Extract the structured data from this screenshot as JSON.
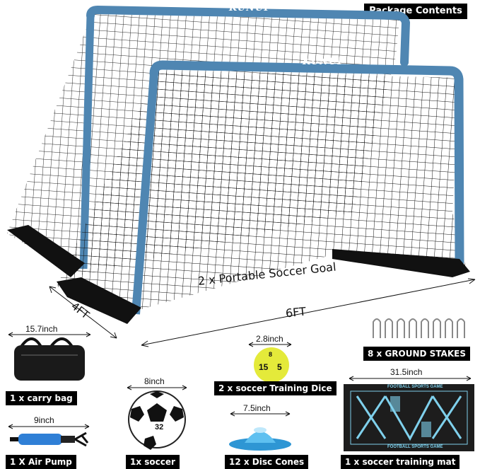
{
  "header": {
    "title": "Package Contents"
  },
  "brand": {
    "front": "KUNUP",
    "back": "KUNUP"
  },
  "goal": {
    "caption": "2 x Portable Soccer Goal",
    "width_label": "6FT",
    "depth_label": "4FT"
  },
  "items": {
    "carry_bag": {
      "dimension": "15.7inch",
      "label": "1 x carry bag"
    },
    "air_pump": {
      "dimension": "9inch",
      "label": "1 X Air Pump"
    },
    "soccer": {
      "dimension": "8inch",
      "label": "1x soccer",
      "ball_number": "32"
    },
    "dice": {
      "dimension": "2.8inch",
      "label": "2 x soccer Training Dice",
      "faces": [
        "15",
        "5",
        "8"
      ]
    },
    "cones": {
      "dimension": "7.5inch",
      "label": "12 x Disc Cones"
    },
    "stakes": {
      "label": "8 x GROUND STAKES",
      "count": 8
    },
    "mat": {
      "dimension": "31.5inch",
      "label": "1 x soccer training mat",
      "text": "FOOTBALL SPORTS GAME"
    }
  },
  "colors": {
    "frame": "#4f86b2",
    "net": "#111111",
    "cone": "#3fa9e6",
    "dice": "#e4ea3a",
    "pump": "#2f7fd6"
  }
}
